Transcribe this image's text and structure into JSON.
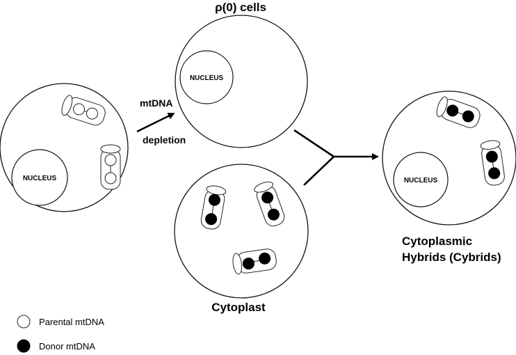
{
  "labels": {
    "rho_cells": "ρ(0) cells",
    "mtdna": "mtDNA",
    "depletion": "depletion",
    "cytoplast": "Cytoplast",
    "cybrids_line1": "Cytoplasmic",
    "cybrids_line2": "Hybrids (Cybrids)"
  },
  "nucleus_label": "NUCLEUS",
  "legend": [
    {
      "name": "Parental mtDNA",
      "marker": "open-circle"
    },
    {
      "name": "Donor mtDNA",
      "marker": "filled-circle"
    }
  ]
}
